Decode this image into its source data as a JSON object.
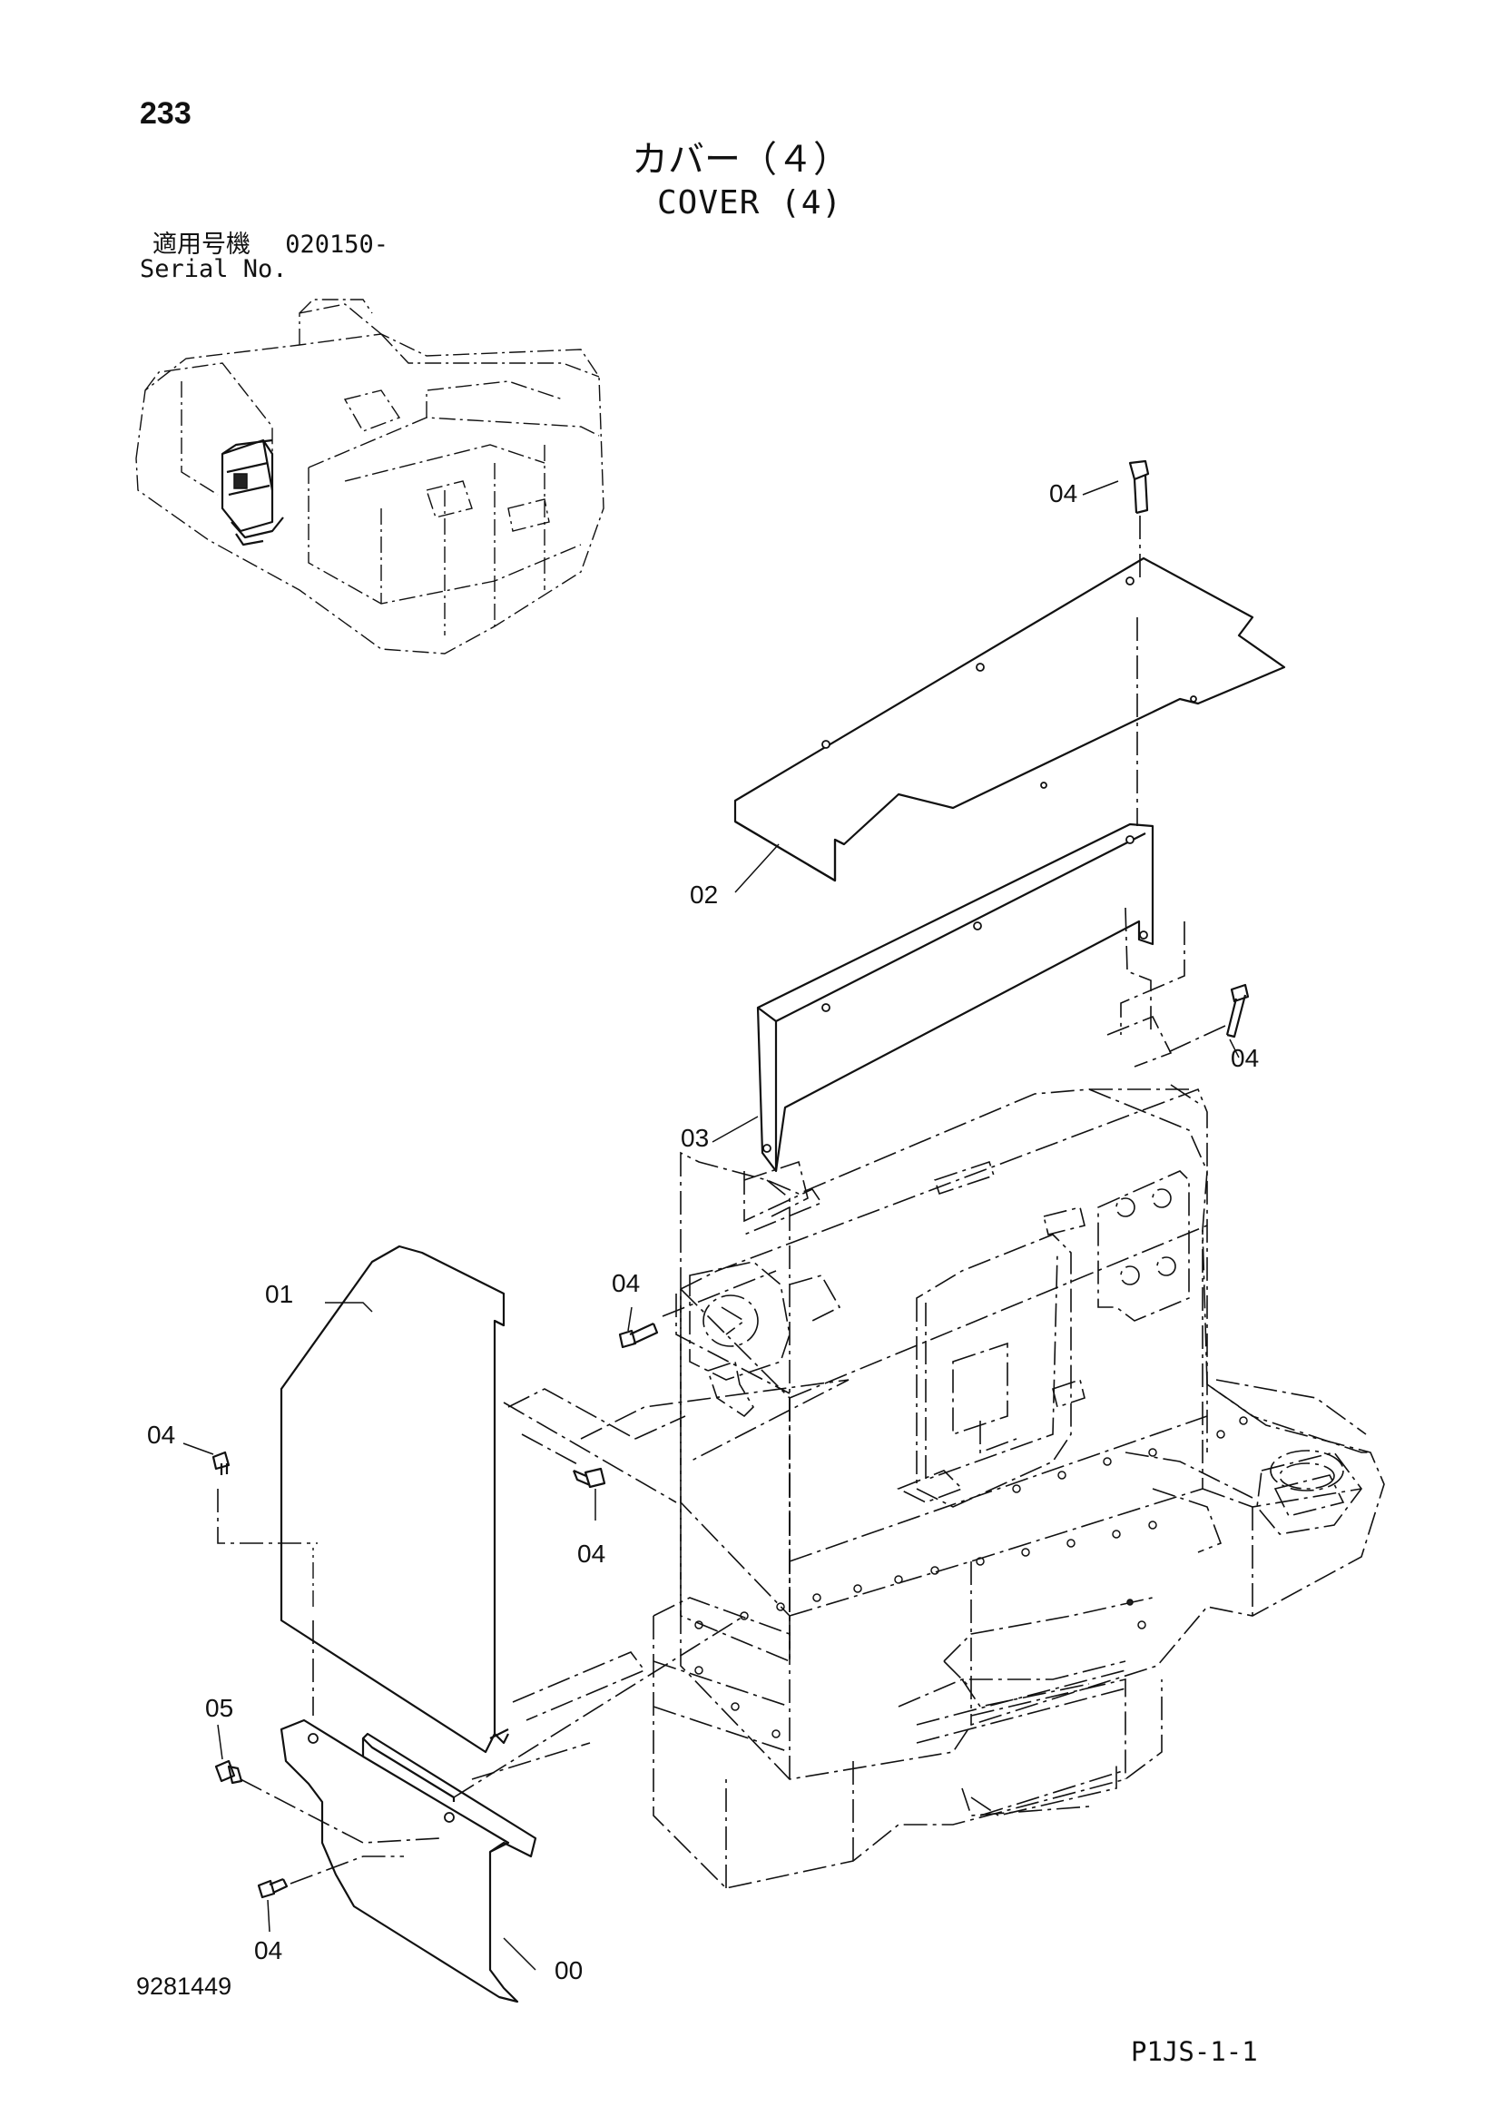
{
  "header": {
    "page_number": "233",
    "title_jp": "カバー（４）",
    "title_en": "COVER (4)",
    "serial_label_jp": "適用号機",
    "serial_value": "020150-",
    "serial_label_en": "Serial No."
  },
  "callouts": {
    "c00": "00",
    "c01": "01",
    "c02": "02",
    "c03": "03",
    "c04a": "04",
    "c04b": "04",
    "c04c": "04",
    "c04d": "04",
    "c04e": "04",
    "c04f": "04",
    "c05": "05"
  },
  "footer": {
    "drawing_number": "9281449",
    "sheet_code": "P1JS-1-1"
  }
}
